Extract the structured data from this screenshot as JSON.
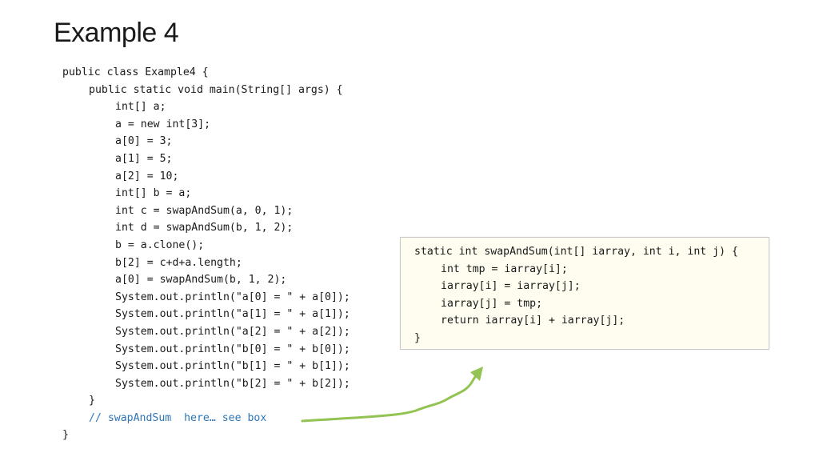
{
  "slide": {
    "title": "Example 4"
  },
  "main_code": [
    {
      "indent": 0,
      "text": "public class Example4 {",
      "comment": false
    },
    {
      "indent": 1,
      "text": "public static void main(String[] args) {",
      "comment": false
    },
    {
      "indent": 2,
      "text": "int[] a;",
      "comment": false
    },
    {
      "indent": 2,
      "text": "a = new int[3];",
      "comment": false
    },
    {
      "indent": 2,
      "text": "a[0] = 3;",
      "comment": false
    },
    {
      "indent": 2,
      "text": "a[1] = 5;",
      "comment": false
    },
    {
      "indent": 2,
      "text": "a[2] = 10;",
      "comment": false
    },
    {
      "indent": 2,
      "text": "int[] b = a;",
      "comment": false
    },
    {
      "indent": 2,
      "text": "int c = swapAndSum(a, 0, 1);",
      "comment": false
    },
    {
      "indent": 2,
      "text": "int d = swapAndSum(b, 1, 2);",
      "comment": false
    },
    {
      "indent": 2,
      "text": "b = a.clone();",
      "comment": false
    },
    {
      "indent": 2,
      "text": "b[2] = c+d+a.length;",
      "comment": false
    },
    {
      "indent": 2,
      "text": "a[0] = swapAndSum(b, 1, 2);",
      "comment": false
    },
    {
      "indent": 2,
      "text": "System.out.println(\"a[0] = \" + a[0]);",
      "comment": false
    },
    {
      "indent": 2,
      "text": "System.out.println(\"a[1] = \" + a[1]);",
      "comment": false
    },
    {
      "indent": 2,
      "text": "System.out.println(\"a[2] = \" + a[2]);",
      "comment": false
    },
    {
      "indent": 2,
      "text": "System.out.println(\"b[0] = \" + b[0]);",
      "comment": false
    },
    {
      "indent": 2,
      "text": "System.out.println(\"b[1] = \" + b[1]);",
      "comment": false
    },
    {
      "indent": 2,
      "text": "System.out.println(\"b[2] = \" + b[2]);",
      "comment": false
    },
    {
      "indent": 1,
      "text": "}",
      "comment": false
    },
    {
      "indent": 1,
      "text": "// swapAndSum  here… see box",
      "comment": true
    },
    {
      "indent": 0,
      "text": "}",
      "comment": false
    }
  ],
  "box_code": [
    {
      "indent": 0,
      "text": "static int swapAndSum(int[] iarray, int i, int j) {",
      "comment": false
    },
    {
      "indent": 1,
      "text": "int tmp = iarray[i];",
      "comment": false
    },
    {
      "indent": 1,
      "text": "iarray[i] = iarray[j];",
      "comment": false
    },
    {
      "indent": 1,
      "text": "iarray[j] = tmp;",
      "comment": false
    },
    {
      "indent": 1,
      "text": "return iarray[i] + iarray[j];",
      "comment": false
    },
    {
      "indent": 0,
      "text": "}",
      "comment": false
    }
  ],
  "colors": {
    "comment": "#2e75b6",
    "arrow": "#92c353",
    "callout_background": "#fffdf0",
    "callout_border": "#c9c9c9"
  },
  "icons": {
    "connector": "curved-arrow-icon"
  }
}
